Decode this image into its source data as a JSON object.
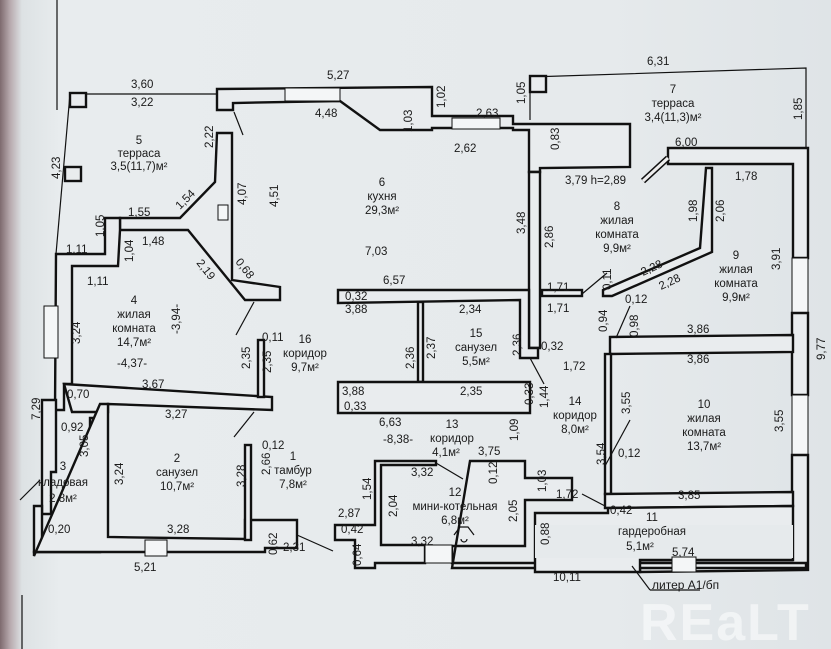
{
  "title": "литер А1/бп",
  "watermark": "REaLT",
  "rooms": [
    {
      "no": "1",
      "name": "тамбур",
      "area": "7,8м²"
    },
    {
      "no": "2",
      "name": "санузел",
      "area": "10,7м²"
    },
    {
      "no": "3",
      "name": "кладовая",
      "area": "2,8м²"
    },
    {
      "no": "4",
      "name": "жилая",
      "name2": "комната",
      "area": "14,7м²"
    },
    {
      "no": "5",
      "name": "терраса",
      "area": "3,5(11,7)м²"
    },
    {
      "no": "6",
      "name": "кухня",
      "area": "29,3м²"
    },
    {
      "no": "7",
      "name": "терраса",
      "area": "3,4(11,3)м²"
    },
    {
      "no": "8",
      "name": "жилая",
      "name2": "комната",
      "area": "9,9м²"
    },
    {
      "no": "9",
      "name": "жилая",
      "name2": "комната",
      "area": "9,9м²"
    },
    {
      "no": "10",
      "name": "жилая",
      "name2": "комната",
      "area": "13,7м²"
    },
    {
      "no": "11",
      "name": "гардеробная",
      "area": "5,1м²"
    },
    {
      "no": "12",
      "name": "мини-котельная",
      "area": "6,8м²"
    },
    {
      "no": "13",
      "name": "коридор",
      "area": "4,1м²"
    },
    {
      "no": "14",
      "name": "коридор",
      "area": "8,0м²"
    },
    {
      "no": "15",
      "name": "санузел",
      "area": "5,5м²"
    },
    {
      "no": "16",
      "name": "коридор",
      "area": "9,7м²"
    }
  ],
  "dims": {
    "d360": "3,60",
    "d322": "3,22",
    "d527": "5,27",
    "d448": "4,48",
    "d102": "1,02",
    "d103a": "1,03",
    "d263": "2,63",
    "d262": "2,62",
    "d105a": "1,05",
    "d631": "6,31",
    "d185": "1,85",
    "d083": "0,83",
    "d600": "6,00",
    "d379": "3,79 h=2,89",
    "d178": "1,78",
    "d198": "1,98",
    "d206": "2,06",
    "d222": "2,22",
    "d423": "4,23",
    "d407": "4,07",
    "d451": "4,51",
    "d154": "1,54",
    "d155": "1,55",
    "d105b": "1,05",
    "d111a": "1,11",
    "d148": "1,48",
    "d104": "1,04",
    "d111b": "1,11",
    "d219": "2,19",
    "d068": "0,68",
    "d703": "7,03",
    "d348": "3,48",
    "d657": "6,57",
    "d286": "2,86",
    "d228a": "2,28",
    "d228b": "2,28",
    "d391": "3,91",
    "d977": "9,77",
    "d171a": "1,71",
    "d171b": "1,71",
    "d011a": "0,11",
    "d012a": "0,12",
    "d094": "0,94",
    "d098": "0,98",
    "d386a": "3,86",
    "d386b": "3,86",
    "d032a": "0,32",
    "d388a": "3,88",
    "d234": "2,34",
    "d236a": "2,36",
    "d237": "2,37",
    "d236b": "2,36",
    "d032b": "0,32",
    "d172a": "1,72",
    "d394": "-3,94-",
    "d324a": "3,24",
    "d437": "-4,37-",
    "d011b": "0,11",
    "d235a": "2,35",
    "d235b": "2,35",
    "d367": "3,67",
    "d070": "0,70",
    "d327": "3,27",
    "d388b": "3,88",
    "d235c": "2,35",
    "d033a": "0,33",
    "d033b": "0,33",
    "d144": "1,44",
    "d355a": "3,55",
    "d355b": "3,55",
    "d729": "7,29",
    "d092": "0,92",
    "d305": "3,05",
    "d324b": "3,24",
    "d012b": "0,12",
    "d266": "2,66",
    "d328a": "3,28",
    "d663": "6,63",
    "d838": "-8,38-",
    "d375": "3,75",
    "d109": "1,09",
    "d354": "3,54",
    "d012c": "0,12",
    "d332a": "3,32",
    "d012d": "0,12",
    "d154b": "1,54",
    "d204": "2,04",
    "d205": "2,05",
    "d103b": "1,03",
    "d172b": "1,72",
    "d385": "3,85",
    "d287": "2,87",
    "d042a": "0,42",
    "d042b": "0,42",
    "d020": "0,20",
    "d328b": "3,28",
    "d062": "0,62",
    "d231": "2,31",
    "d064": "0,64",
    "d332b": "3,32",
    "d088": "0,88",
    "d574": "5,74",
    "d521": "5,21",
    "d1011": "10,11"
  }
}
